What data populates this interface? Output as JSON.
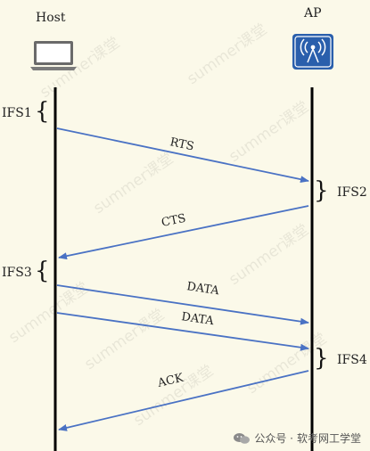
{
  "endpoints": {
    "host": "Host",
    "ap": "AP"
  },
  "ifs": {
    "ifs1": "IFS1",
    "ifs2": "IFS2",
    "ifs3": "IFS3",
    "ifs4": "IFS4"
  },
  "messages": {
    "rts": "RTS",
    "cts": "CTS",
    "data1": "DATA",
    "data2": "DATA",
    "ack": "ACK"
  },
  "watermark": "summer课堂",
  "footer": {
    "separator": "公众号 ·",
    "account": "软考网工学堂"
  },
  "colors": {
    "arrow": "#4a72c4",
    "timeline": "#000000",
    "background": "#fbf9e9",
    "ap_icon": "#2a5fac"
  },
  "icons": {
    "host": "laptop-icon",
    "ap": "wireless-access-point-icon",
    "footer": "wechat-icon"
  }
}
